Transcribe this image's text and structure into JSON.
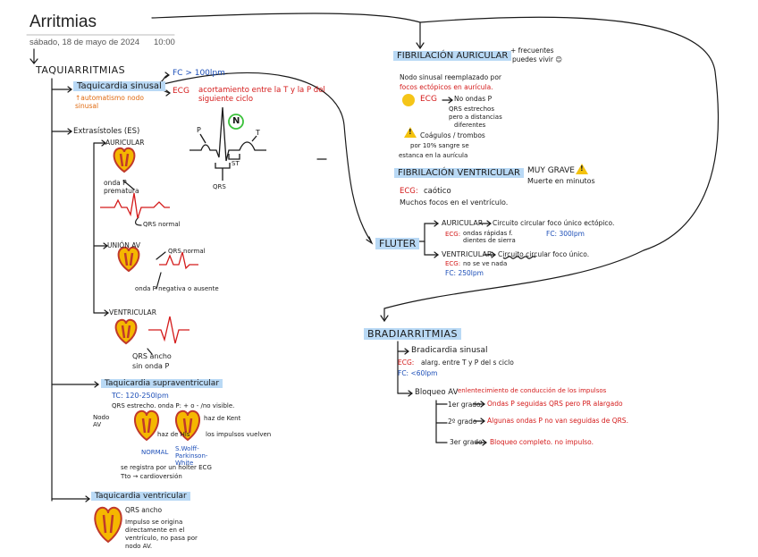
{
  "header": {
    "title": "Arritmias",
    "date": "sábado, 18 de mayo de 2024",
    "time": "10:00"
  },
  "colors": {
    "blue": "#1d4fb8",
    "red": "#d41b1b",
    "orange": "#e06a10",
    "highlight": "#b9d9f5",
    "warning": "#f4c20d",
    "green_circle": "#3ac13a"
  },
  "taqui": {
    "title": "TAQUIARRITMIAS",
    "sinusal": {
      "label": "Taquicardia sinusal",
      "cause": "↑automatismo nodo sinusal",
      "fc": "FC > 100lpm",
      "ecg_label": "ECG",
      "ecg_text": "acortamiento entre la T y la P del siguiente ciclo"
    },
    "extrasistoles": {
      "label": "Extrasístoles (ES)",
      "ecg_marks": {
        "n": "N",
        "p": "P",
        "t": "T",
        "st": "ST",
        "qrs": "QRS"
      },
      "auricular": {
        "label": "AURICULAR",
        "onda": "onda P prematura",
        "qrs": "QRS normal"
      },
      "union": {
        "label": "UNIÓN AV",
        "qrs": "QRS normal",
        "onda": "onda P negativa o ausente"
      },
      "ventricular": {
        "label": "VENTRICULAR",
        "qrs": "QRS ancho sin onda P"
      }
    },
    "supraventricular": {
      "label": "Taquicardia supraventricular",
      "fc": "TC: 120-250lpm",
      "desc": "QRS estrecho. onda P: + o - /no visible.",
      "nodo": "Nodo AV",
      "haz": "haz de Kent",
      "vias": "haz de His",
      "impulsos": "los impulsos vuelven",
      "normal": "NORMAL",
      "wolff": "S.Wolff-Parkinson-White",
      "holter": "se registra por un holter ECG",
      "tto": "Tto → cardioversión"
    },
    "ventricular": {
      "label": "Taquicardia ventricular",
      "qrs": "QRS ancho",
      "desc1": "Impulso se origina",
      "desc2": "directamente en el",
      "desc3": "ventrículo, no pasa por",
      "desc4": "nodo AV."
    }
  },
  "fibrilacion_auricular": {
    "label": "FIBRILACIÓN AURICULAR",
    "side1": "+ frecuentes",
    "side2": "puedes vivir 😊",
    "desc1": "Nodo sinusal reemplazado por",
    "desc2": "focos ectópicos en aurícula.",
    "ecg_label": "ECG",
    "ecg1": "No ondas P",
    "ecg2": "QRS estrechos",
    "ecg3": "pero a distancias",
    "ecg4": "diferentes",
    "warn1": "Coágulos / trombos",
    "warn2": "por 10% sangre se",
    "warn3": "estanca en la aurícula"
  },
  "fibrilacion_ventricular": {
    "label": "FIBRILACIÓN VENTRICULAR",
    "grave": "MUY GRAVE",
    "muerte": "Muerte en minutos",
    "ecg_label": "ECG:",
    "ecg": "caótico",
    "desc": "Muchos focos en el ventrículo."
  },
  "fluter": {
    "label": "FLUTER",
    "auricular": "AURICULAR",
    "aur_text": "Circuito circular foco único ectópico.",
    "aur_ecg_label": "ECG:",
    "aur_ecg": "ondas rápidas f. dientes de sierra",
    "aur_fc": "FC: 300lpm",
    "ventricular": "VENTRICULAR",
    "ven_text": "Circuito circular foco único.",
    "ven_ecg_label": "ECG:",
    "ven_ecg": "no se ve nada",
    "ven_fc": "FC: 250lpm"
  },
  "bradi": {
    "title": "BRADIARRITMIAS",
    "sinusal": "Bradicardia sinusal",
    "ecg_label": "ECG:",
    "ecg": "alarg. entre T y P del s ciclo",
    "fc": "FC: <60lpm",
    "bloqueo": "Bloqueo AV",
    "bloqueo_desc": "enlentecimiento de conducción de los impulsos",
    "g1": "1er grado",
    "g1_text": "Ondas P seguidas QRS pero PR alargado",
    "g2": "2º grado",
    "g2_text": "Algunas ondas P no van seguidas de QRS.",
    "g3": "3er grado",
    "g3_text": "Bloqueo completo. no impulso."
  }
}
